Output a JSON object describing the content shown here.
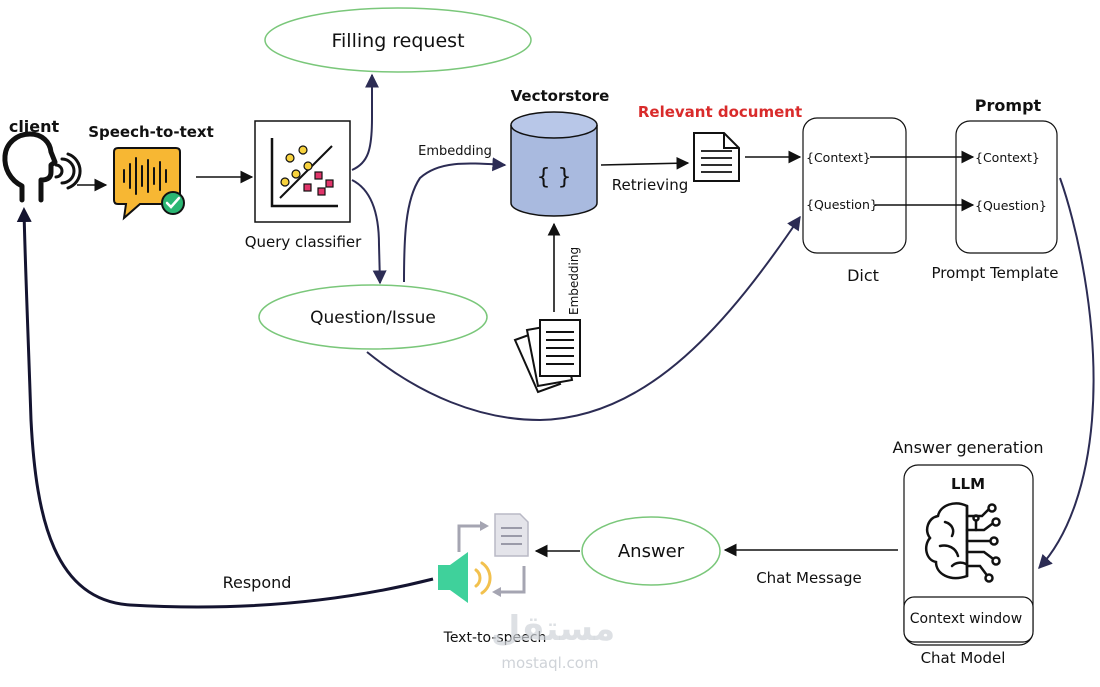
{
  "labels": {
    "client": "client",
    "speech_to_text": "Speech-to-text",
    "query_classifier": "Query classifier",
    "filling_request": "Filling request",
    "question_issue": "Question/Issue",
    "embedding_top": "Embedding",
    "embedding_vertical": "Embedding",
    "vectorstore": "Vectorstore",
    "vectorstore_braces": "{ }",
    "retrieving": "Retrieving",
    "relevant_document": "Relevant document",
    "dict": "Dict",
    "prompt": "Prompt",
    "prompt_template": "Prompt Template",
    "dict_context": "{Context}",
    "dict_question": "{Question}",
    "prompt_context": "{Context}",
    "prompt_question": "{Question}",
    "answer_generation": "Answer generation",
    "llm": "LLM",
    "context_window": "Context window",
    "chat_model": "Chat Model",
    "chat_message": "Chat Message",
    "answer": "Answer",
    "text_to_speech": "Text-to-speech",
    "respond": "Respond"
  },
  "watermark": {
    "logo_text": "مستقل",
    "domain": "mostaql.com"
  },
  "colors": {
    "ellipse_stroke": "#7ac77a",
    "vectorstore_fill": "#a9badf",
    "relevant_document": "#d92b2b",
    "speaker": "#3fd19b",
    "waveform": "#f7b733",
    "check": "#2bb673"
  }
}
